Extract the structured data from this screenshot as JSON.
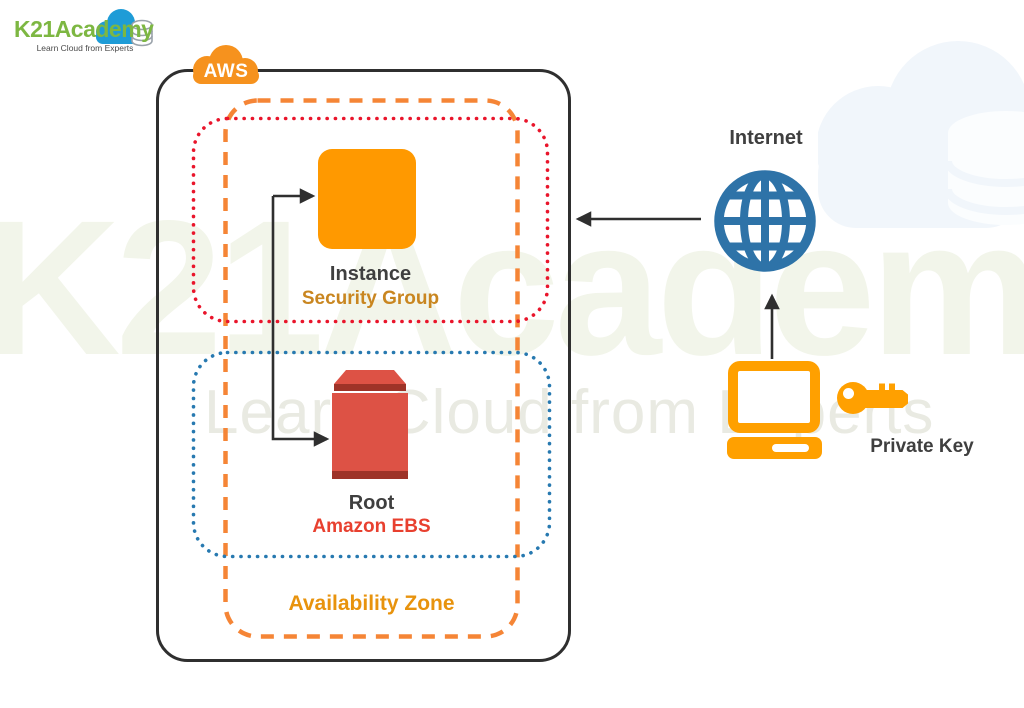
{
  "brand": {
    "name": "K21Academy",
    "tagline": "Learn Cloud from Experts",
    "name_color": "#7DB742",
    "cloud_color": "#1E9CD7"
  },
  "watermark": {
    "title": "K21Academy",
    "subtitle": "Learn Cloud from Experts"
  },
  "aws": {
    "badge_label": "AWS",
    "badge_color": "#F6921E",
    "boundary_color": "#2F2F2F"
  },
  "zones": {
    "availability_zone": {
      "label": "Availability Zone",
      "label_color": "#E8930D",
      "border_color": "#F58536",
      "border_style": "dashed"
    },
    "security_group": {
      "label": "Security Group",
      "label_color": "#C98620",
      "border_color": "#E9152B",
      "border_style": "dotted"
    },
    "ebs_boundary": {
      "border_color": "#2779B0",
      "border_style": "dotted"
    }
  },
  "nodes": {
    "instance": {
      "label": "Instance",
      "color": "#FF9900"
    },
    "root_volume": {
      "label": "Root",
      "sublabel": "Amazon EBS",
      "color": "#DD5245",
      "stripe_color": "#9E3328",
      "sublabel_color": "#E8402F"
    },
    "internet": {
      "label": "Internet",
      "color": "#2E73A8"
    },
    "client_laptop": {
      "color": "#FFA000"
    },
    "private_key": {
      "label": "Private Key",
      "color": "#FFA000"
    }
  },
  "connections": [
    {
      "from": "internet-globe",
      "to": "aws-boundary",
      "arrow": "left"
    },
    {
      "from": "client-laptop",
      "to": "internet-globe",
      "arrow": "up"
    },
    {
      "from": "elbow-connector",
      "to": "instance",
      "arrow": "right"
    },
    {
      "from": "elbow-connector",
      "to": "root-volume",
      "arrow": "right"
    }
  ]
}
